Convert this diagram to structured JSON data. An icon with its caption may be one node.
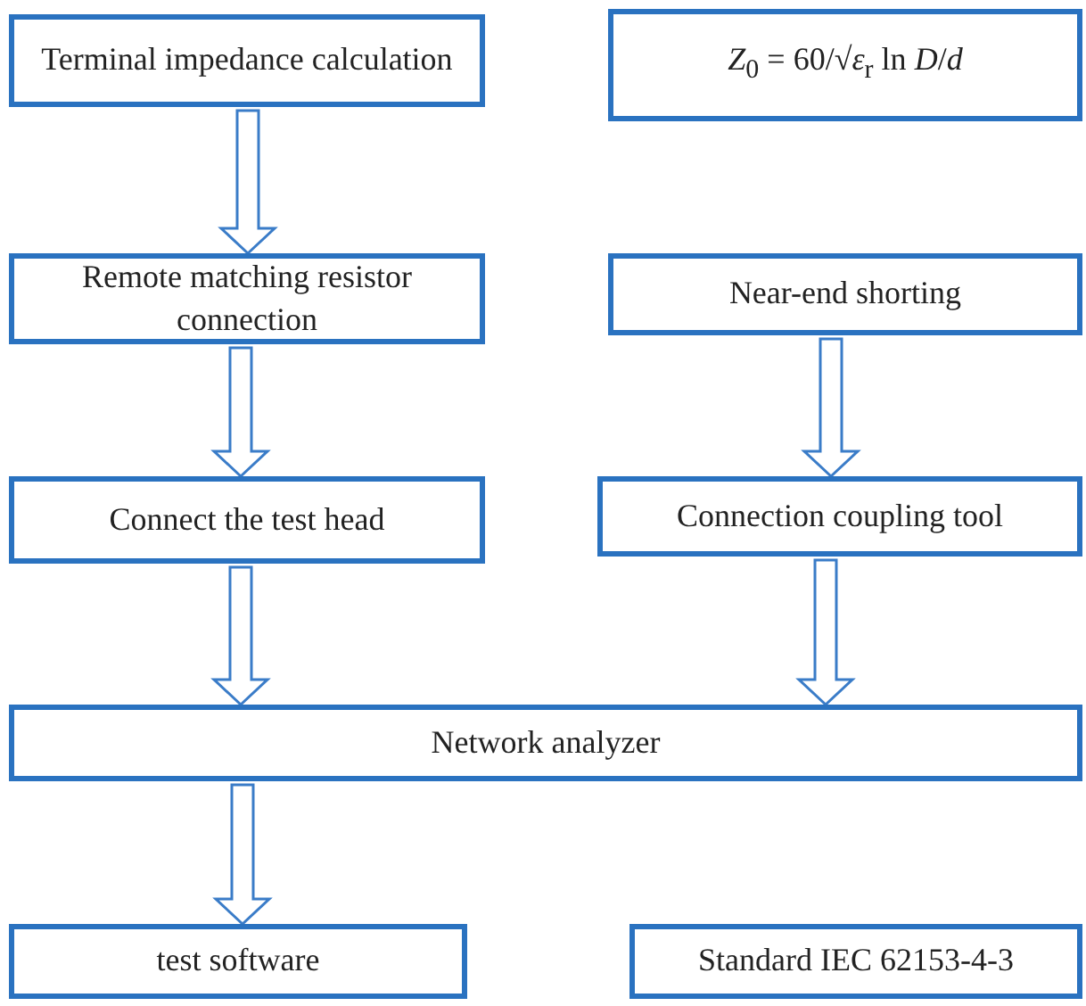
{
  "diagram": {
    "nodes": [
      {
        "text": [
          "Terminal impedance calculation"
        ]
      },
      {
        "text": [
          "*Z*$_{0}$ = 60/√*ε*$_{r}$ ln *D*/*d*"
        ]
      },
      {
        "text": [
          "Remote matching resistor connection"
        ]
      },
      {
        "text": [
          "Near-end shorting"
        ]
      },
      {
        "text": [
          "Connect the test head"
        ]
      },
      {
        "text": [
          "Connection coupling tool"
        ]
      },
      {
        "text": [
          "Network analyzer"
        ]
      },
      {
        "text": [
          "test software"
        ]
      },
      {
        "text": [
          "Standard IEC 62153-4-3"
        ]
      }
    ],
    "edges": [
      {
        "from": 0,
        "to": 2,
        "arrow": "to"
      },
      {
        "from": 2,
        "to": 4,
        "arrow": "to"
      },
      {
        "from": 3,
        "to": 5,
        "arrow": "to"
      },
      {
        "from": 4,
        "to": 6,
        "arrow": "to"
      },
      {
        "from": 5,
        "to": 6,
        "arrow": "to"
      },
      {
        "from": 6,
        "to": 7,
        "arrow": "to"
      }
    ]
  }
}
